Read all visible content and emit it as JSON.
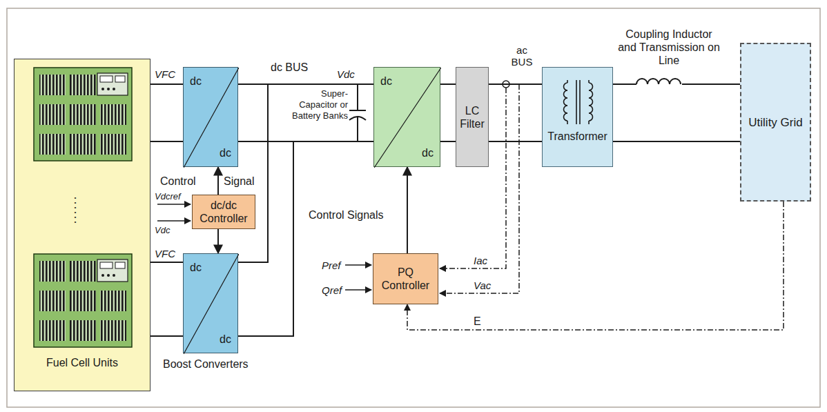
{
  "diagram": {
    "nodes": [
      {
        "text": [
          "Fuel Cell Units"
        ]
      },
      {
        "text": [
          "dc",
          "dc"
        ]
      },
      {
        "text": [
          "dc/dc Controller"
        ]
      },
      {
        "text": [
          "dc",
          "dc"
        ]
      },
      {
        "text": [
          "dc",
          "dc"
        ]
      },
      {
        "text": [
          "LC Filter"
        ]
      },
      {
        "text": [
          "Transformer"
        ]
      },
      {
        "text": [
          "Utility Grid"
        ]
      },
      {
        "text": [
          "PQ Controller"
        ]
      }
    ],
    "edges": [
      {
        "from": 1,
        "to": 4,
        "arrow": "none"
      },
      {
        "from": 1,
        "to": 4,
        "arrow": "none"
      },
      {
        "from": 3,
        "to": 4,
        "arrow": "none"
      },
      {
        "from": 3,
        "to": 4,
        "arrow": "none"
      },
      {
        "from": 4,
        "to": 5,
        "arrow": "none"
      },
      {
        "from": 4,
        "to": 5,
        "arrow": "none"
      },
      {
        "from": 5,
        "to": 6,
        "arrow": "none"
      },
      {
        "from": 5,
        "to": 6,
        "arrow": "none"
      },
      {
        "from": 6,
        "to": 7,
        "arrow": "none"
      },
      {
        "from": 6,
        "to": 7,
        "arrow": "none"
      },
      {
        "from": 2,
        "to": 1,
        "arrow": "to"
      },
      {
        "from": 2,
        "to": 3,
        "arrow": "to"
      },
      {
        "from": 8,
        "to": 4,
        "label": "Control Signals",
        "arrow": "to"
      },
      {
        "from": 7,
        "to": 8,
        "label": "E",
        "arrow": "to"
      }
    ],
    "labels": [
      "VFC",
      "VFC",
      "dc BUS",
      "Vdc",
      "Super-Capacitor or Battery Banks",
      "ac BUS",
      "Coupling Inductor and Transmission on Line",
      "Control",
      "Signal",
      "Vdcref",
      "Vdc",
      "......",
      "Boost Converters",
      "Pref",
      "Qref",
      "Iac",
      "Vac"
    ]
  }
}
